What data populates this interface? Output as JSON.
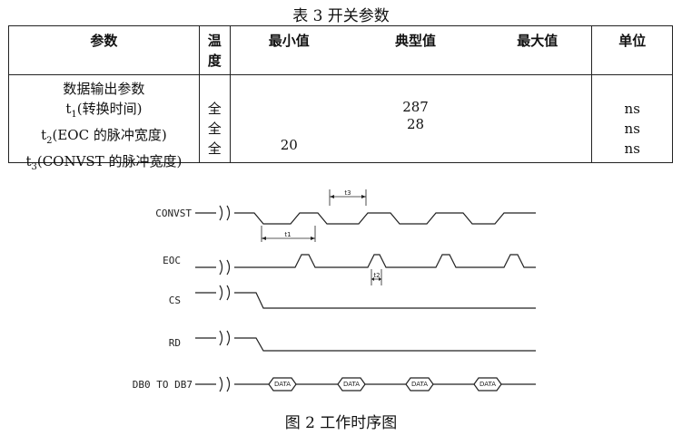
{
  "table": {
    "caption": "表 3 开关参数",
    "headers": {
      "param": "参数",
      "temp": [
        "温",
        "度"
      ],
      "min": "最小值",
      "typ": "典型值",
      "max": "最大值",
      "unit": "单位"
    },
    "row": {
      "param_lines": [
        {
          "text": "数据输出参数"
        },
        {
          "pre": "t",
          "sub": "1",
          "post": "(转换时间)"
        },
        {
          "pre": "t",
          "sub": "2",
          "post": "(EOC 的脉冲宽度)"
        },
        {
          "pre": "t",
          "sub": "3",
          "post": "(CONVST 的脉冲宽度)"
        }
      ],
      "temp": [
        "全",
        "全",
        "全"
      ],
      "min_t3": "20",
      "typ_t1": "287",
      "typ_t2": "28",
      "unit": [
        "ns",
        "ns",
        "ns"
      ]
    }
  },
  "timing": {
    "signals": [
      "CONVST",
      "EOC",
      "CS",
      "RD",
      "DB0 TO DB7"
    ],
    "annotations": [
      "t1",
      "t2",
      "t3"
    ],
    "bus_label": "DATA"
  },
  "figure": {
    "caption": "图 2 工作时序图"
  }
}
